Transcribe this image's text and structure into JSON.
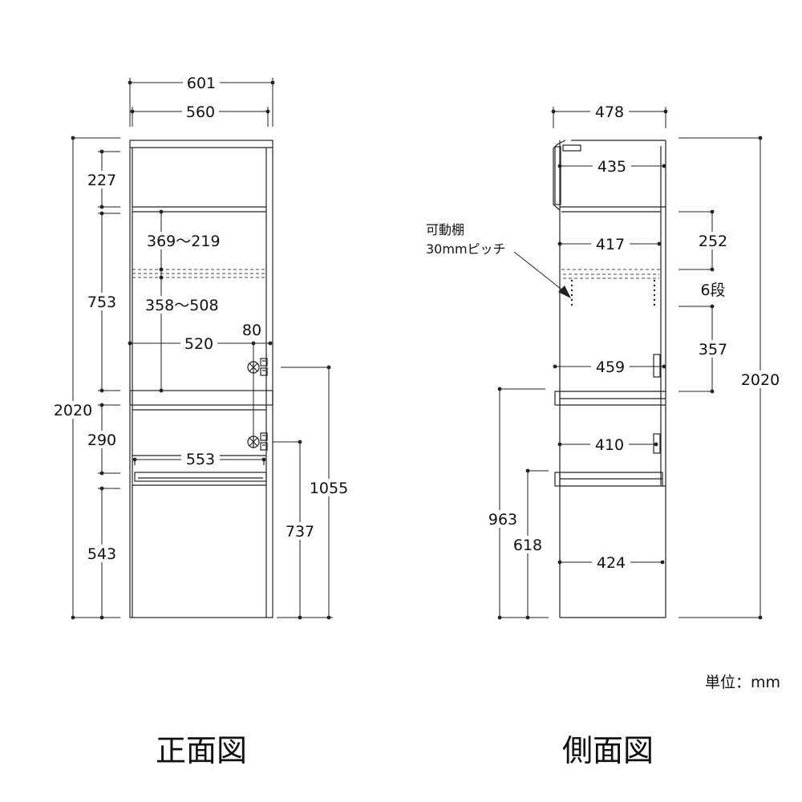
{
  "front": {
    "title": "正面図",
    "dims": {
      "w601": "601",
      "w560": "560",
      "h227": "227",
      "h753": "753",
      "h2020": "2020",
      "h290": "290",
      "h543": "543",
      "r369": "369～219",
      "r358": "358～508",
      "w520": "520",
      "w80": "80",
      "w553": "553",
      "h1055": "1055",
      "h737": "737"
    }
  },
  "side": {
    "title": "側面図",
    "dims": {
      "w478": "478",
      "w435": "435",
      "w417": "417",
      "w459": "459",
      "w410": "410",
      "w424": "424",
      "h252": "252",
      "steps": "6段",
      "h357": "357",
      "h2020": "2020",
      "h963": "963",
      "h618": "618"
    },
    "shelf_note": [
      "可動棚",
      "30mmピッチ"
    ]
  },
  "unit_label": "単位：mm"
}
